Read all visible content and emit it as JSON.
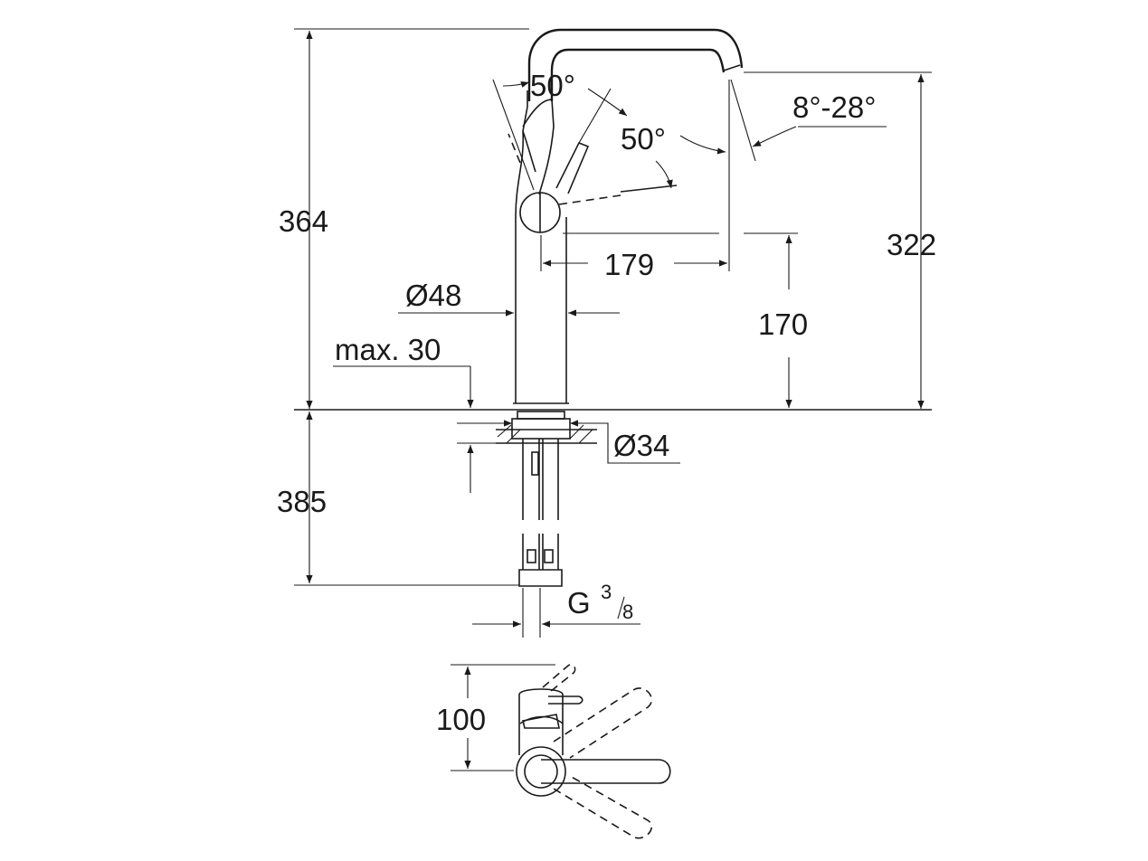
{
  "drawing": {
    "dimensions": {
      "total_height": "364",
      "spout_height": "322",
      "reach": "179",
      "lever_height": "170",
      "body_diameter": "Ø48",
      "max_counter_thickness": "max. 30",
      "hole_diameter": "Ø34",
      "below_counter": "385",
      "connection_thread": "G",
      "connection_thread_num": "3",
      "connection_thread_den": "8",
      "swivel_angle_left": "50°",
      "swivel_angle_right": "50°",
      "spout_tilt": "8°-28°",
      "top_view_depth": "100"
    }
  }
}
